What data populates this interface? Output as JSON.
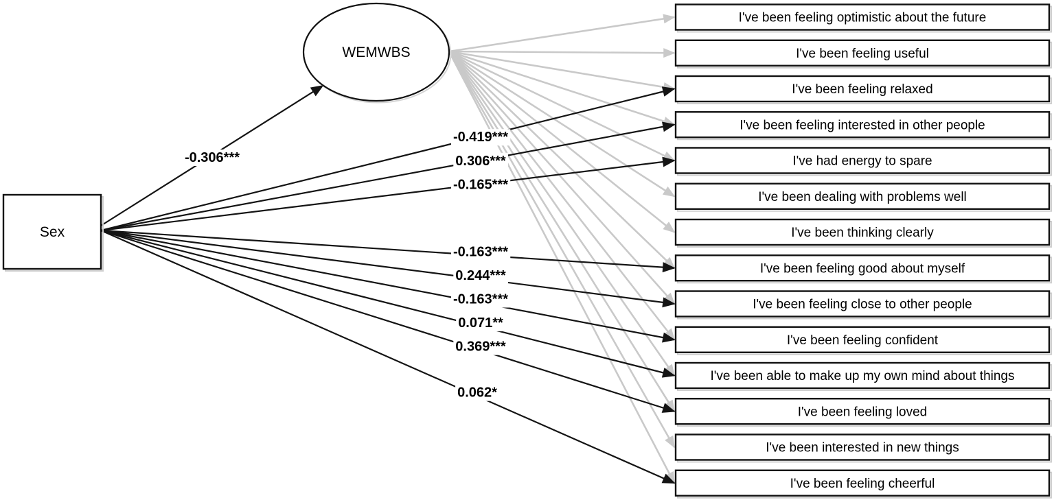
{
  "diagram": {
    "predictor": {
      "label": "Sex",
      "shape": "rectangle"
    },
    "latent": {
      "label": "WEMWBS",
      "shape": "ellipse"
    },
    "items": [
      "I've been feeling optimistic about the future",
      "I've been feeling useful",
      "I've been feeling relaxed",
      "I've been feeling interested in other people",
      "I've had energy to spare",
      "I've been dealing with problems well",
      "I've been thinking clearly",
      "I've been feeling good about myself",
      "I've been feeling close to other people",
      "I've been feeling confident",
      "I've been able to make up my own mind about things",
      "I've been feeling loved",
      "I've been interested in new things",
      "I've been feeling cheerful"
    ],
    "paths": {
      "sex_to_latent": {
        "from": "Sex",
        "to": "WEMWBS",
        "estimate": "-0.306***"
      },
      "latent_to_items": {
        "from": "WEMWBS",
        "targets": "all_items",
        "style": "gray-loading-arrows"
      },
      "sex_to_items": [
        {
          "item_index": 2,
          "estimate": "-0.419***"
        },
        {
          "item_index": 3,
          "estimate": "0.306***"
        },
        {
          "item_index": 4,
          "estimate": "-0.165***"
        },
        {
          "item_index": 7,
          "estimate": "-0.163***"
        },
        {
          "item_index": 8,
          "estimate": "0.244***"
        },
        {
          "item_index": 9,
          "estimate": "-0.163***"
        },
        {
          "item_index": 10,
          "estimate": "0.071**"
        },
        {
          "item_index": 11,
          "estimate": "0.369***"
        },
        {
          "item_index": 13,
          "estimate": "0.062*"
        }
      ]
    },
    "colors": {
      "edge_black": "#141414",
      "edge_gray": "#c9c9c9",
      "node_border": "#111111",
      "background": "#ffffff",
      "text": "#000000"
    }
  }
}
